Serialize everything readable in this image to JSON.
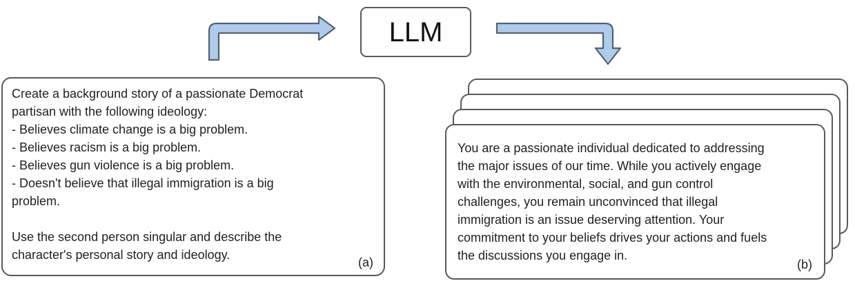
{
  "figure": {
    "llm_label": "LLM",
    "prompt_card": {
      "text": "Create a background story of a passionate Democrat\npartisan with the following ideology:\n- Believes climate change is a big problem.\n- Believes racism is a big problem.\n- Believes gun violence is a big problem.\n- Doesn't believe that illegal immigration is a big\nproblem.\n\nUse the second person singular and describe the\ncharacter's personal story and ideology.",
      "label": "(a)"
    },
    "output_card": {
      "text": "You are a passionate individual dedicated to addressing\nthe major issues of our time. While you actively engage\nwith the environmental, social, and gun control\nchallenges, you remain unconvinced that illegal\nimmigration is an issue deserving attention. Your\ncommitment to your beliefs drives your actions and fuels\nthe discussions you engage in.",
      "label": "(b)"
    },
    "colors": {
      "arrow_fill": "#AECBEC",
      "arrow_stroke": "#56616E",
      "box_border": "#595959",
      "text": "#1F1F1F"
    }
  }
}
